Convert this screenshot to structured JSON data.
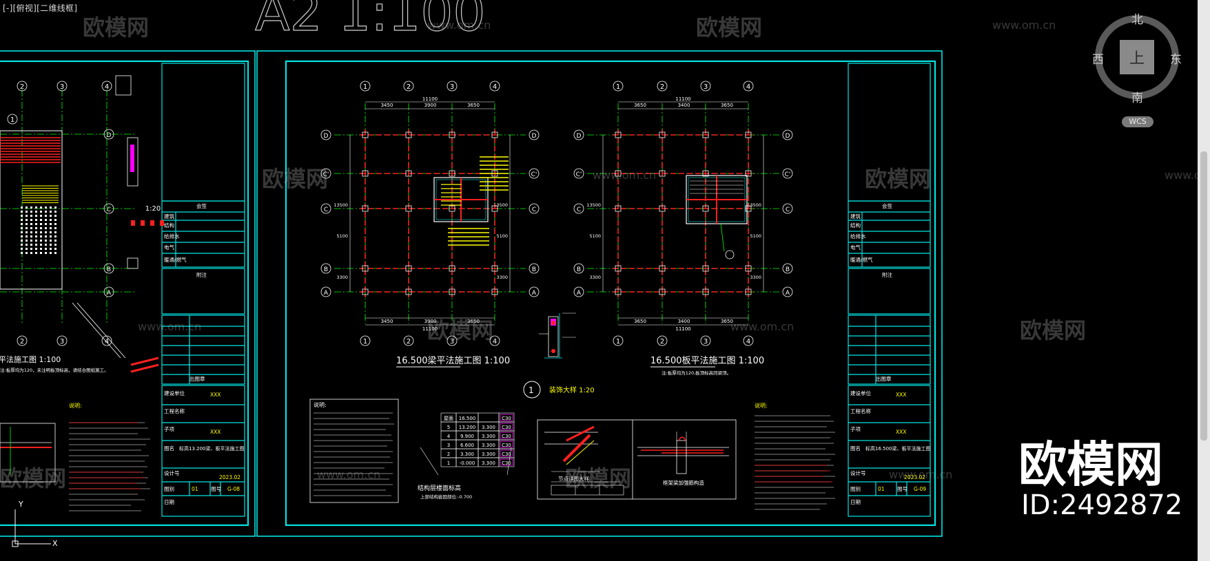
{
  "viewport": {
    "label": "[-][俯视][二维线框]"
  },
  "sheet_title_ghost": "A2 1:100",
  "watermark": {
    "brand": "欧模网",
    "url": "www.om.cn",
    "id": "ID:2492872"
  },
  "viewcube": {
    "top_face": "上",
    "north": "北",
    "south": "南",
    "east": "东",
    "west": "西",
    "wcs": "WCS"
  },
  "drawings": {
    "left_plan_title": "平法施工图 1:100",
    "left_note": "注:板厚均为120，未注明板顶标高，请结合图纸施工。",
    "beam_plan_title": "16.500梁平法施工图 1:100",
    "slab_plan_title": "16.500板平法施工图 1:100",
    "slab_note": "注:板厚均为120,板顶标高同梁顶。",
    "detail_title": "装饰大样 1:20",
    "detail_num": "1",
    "section_a_title": "节点详图大样",
    "section_b_title": "框架梁加强筋构造",
    "elev_title": "结构层楼面标高",
    "elev_sub": "上部结构嵌固部位:-0.700",
    "scale_1_20": "1:20"
  },
  "axes": {
    "numbers": [
      "1",
      "2",
      "3",
      "4"
    ],
    "letters": [
      "A",
      "B",
      "C",
      "C'",
      "D"
    ],
    "dims_top": [
      "3450",
      "3900",
      "3650"
    ],
    "dim_total": "11100",
    "dims_slab": [
      "3650",
      "3400",
      "3650"
    ],
    "dims_side": [
      "5100",
      "3300",
      "13500"
    ]
  },
  "elevation_table": {
    "rows": [
      {
        "floor": "屋面",
        "elev": "16.500",
        "h": "",
        "c": "C30"
      },
      {
        "floor": "5",
        "elev": "13.200",
        "h": "3.300",
        "c": "C30"
      },
      {
        "floor": "4",
        "elev": "9.900",
        "h": "3.300",
        "c": "C30"
      },
      {
        "floor": "3",
        "elev": "6.600",
        "h": "3.300",
        "c": "C30"
      },
      {
        "floor": "2",
        "elev": "3.300",
        "h": "3.300",
        "c": "C30"
      },
      {
        "floor": "1",
        "elev": "-0.000",
        "h": "3.300",
        "c": "C30"
      }
    ]
  },
  "title_block_left": {
    "header": "会签",
    "rows": [
      "建筑",
      "结构",
      "给排水",
      "电气",
      "暖通/燃气"
    ],
    "notes_header": "附注",
    "project_label": "建设单位",
    "project_value": "XXX",
    "name_label": "工程名称",
    "subitem_label": "子项",
    "subitem_value": "XXX",
    "drawing_name_label": "图名",
    "drawing_name_value": "标高13.200梁、板平法施工图",
    "phase_label": "设计号",
    "date_label": "日期",
    "sheet_label": "图别",
    "sheet_value": "01",
    "date_value": "2023.02",
    "number_label": "图号",
    "number_value": "G-08",
    "stamp_label": "出图章"
  },
  "title_block_right": {
    "header": "会签",
    "rows": [
      "建筑",
      "结构",
      "给排水",
      "电气",
      "暖通/燃气"
    ],
    "notes_header": "附注",
    "project_label": "建设单位",
    "project_value": "XXX",
    "name_label": "工程名称",
    "subitem_label": "子项",
    "subitem_value": "XXX",
    "drawing_name_label": "图名",
    "drawing_name_value": "标高16.500梁、板平法施工图",
    "phase_label": "设计号",
    "date_label": "日期",
    "sheet_label": "图别",
    "sheet_value": "01",
    "date_value": "2023.02",
    "number_label": "图号",
    "number_value": "G-09",
    "stamp_label": "出图章"
  },
  "notes_label": "说明:",
  "colors": {
    "cyan": "#00e5e5",
    "green": "#00ff00",
    "red": "#ff2020",
    "yellow": "#ffff00",
    "white": "#ffffff",
    "magenta": "#ff00ff"
  }
}
